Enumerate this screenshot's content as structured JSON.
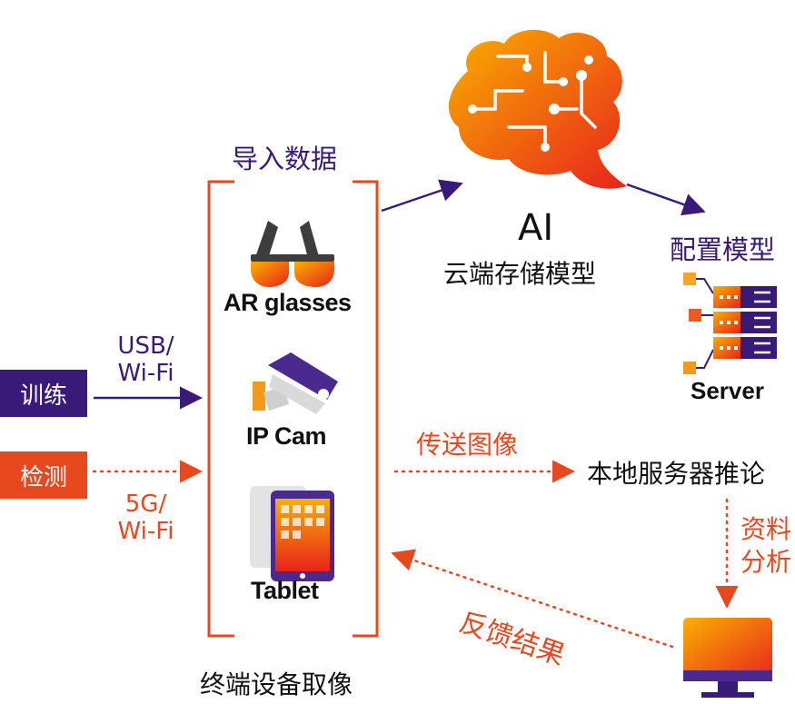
{
  "left": {
    "train_label": "训练",
    "detect_label": "检测",
    "usb_wifi_line1": "USB/",
    "usb_wifi_line2": "Wi-Fi",
    "5g_wifi_line1": "5G/",
    "5g_wifi_line2": "Wi-Fi"
  },
  "devices": {
    "import_label": "导入数据",
    "ar_glasses": "AR glasses",
    "ip_cam": "IP Cam",
    "tablet": "Tablet",
    "capture_label": "终端设备取像"
  },
  "cloud": {
    "ai_title": "AI",
    "ai_subtitle": "云端存储模型",
    "deploy_label": "配置模型",
    "server_label": "Server"
  },
  "local": {
    "transfer_label": "传送图像",
    "inference_label": "本地服务器推论",
    "analysis_line1": "资料",
    "analysis_line2": "分析",
    "feedback_label": "反馈结果"
  },
  "colors": {
    "purple": "#3a1a78",
    "orange_red": "#e8481e",
    "gradient_start": "#f9b000",
    "gradient_end": "#e8231c"
  }
}
